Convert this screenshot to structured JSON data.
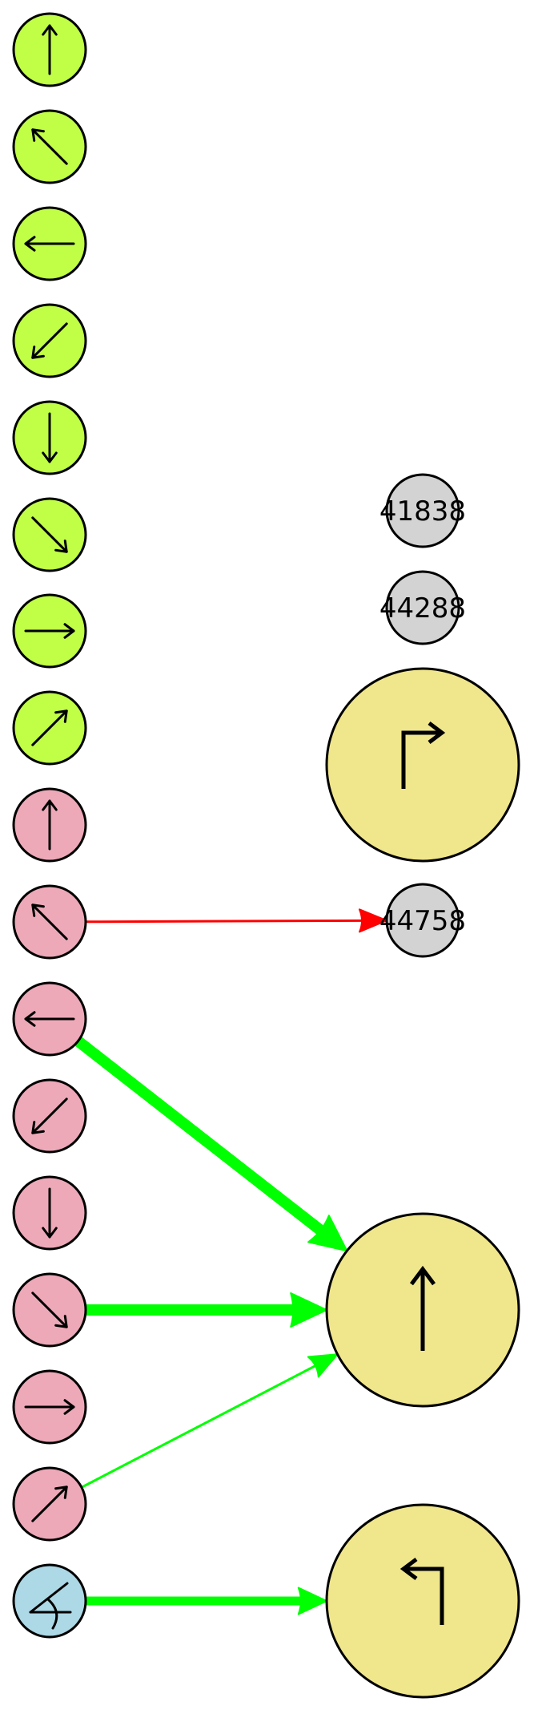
{
  "colors": {
    "green_node": "#c1ff47",
    "pink_node": "#eea9b8",
    "blue_node": "#add8e6",
    "gray_node": "#d3d3d3",
    "yellow_node": "#f0e68c",
    "edge_red": "#ff0000",
    "edge_green": "#00ff00"
  },
  "nodes": [
    {
      "id": "g-up",
      "kind": "green",
      "icon": "arrow-up-icon"
    },
    {
      "id": "g-upleft",
      "kind": "green",
      "icon": "arrow-up-left-icon"
    },
    {
      "id": "g-left",
      "kind": "green",
      "icon": "arrow-left-icon"
    },
    {
      "id": "g-downleft",
      "kind": "green",
      "icon": "arrow-down-left-icon"
    },
    {
      "id": "g-down",
      "kind": "green",
      "icon": "arrow-down-icon"
    },
    {
      "id": "g-downright",
      "kind": "green",
      "icon": "arrow-down-right-icon"
    },
    {
      "id": "g-right",
      "kind": "green",
      "icon": "arrow-right-icon"
    },
    {
      "id": "g-upright",
      "kind": "green",
      "icon": "arrow-up-right-icon"
    },
    {
      "id": "p-up",
      "kind": "pink",
      "icon": "arrow-up-icon"
    },
    {
      "id": "p-upleft",
      "kind": "pink",
      "icon": "arrow-up-left-icon"
    },
    {
      "id": "p-left",
      "kind": "pink",
      "icon": "arrow-left-icon"
    },
    {
      "id": "p-downleft",
      "kind": "pink",
      "icon": "arrow-down-left-icon"
    },
    {
      "id": "p-down",
      "kind": "pink",
      "icon": "arrow-down-icon"
    },
    {
      "id": "p-downright",
      "kind": "pink",
      "icon": "arrow-down-right-icon"
    },
    {
      "id": "p-right",
      "kind": "pink",
      "icon": "arrow-right-icon"
    },
    {
      "id": "p-upright",
      "kind": "pink",
      "icon": "arrow-up-right-icon"
    },
    {
      "id": "b-angle",
      "kind": "blue",
      "icon": "angle-icon"
    },
    {
      "id": "n41838",
      "kind": "gray",
      "label": "41838"
    },
    {
      "id": "n44288",
      "kind": "gray",
      "label": "44288"
    },
    {
      "id": "y-turnright",
      "kind": "yellow",
      "icon": "turn-right-icon"
    },
    {
      "id": "n44758",
      "kind": "gray",
      "label": "44758"
    },
    {
      "id": "y-up",
      "kind": "yellow",
      "icon": "arrow-up-icon"
    },
    {
      "id": "y-turnleft",
      "kind": "yellow",
      "icon": "turn-left-icon"
    }
  ],
  "edges": [
    {
      "from": "p-upleft",
      "to": "n44758",
      "color": "red",
      "weight": 3
    },
    {
      "from": "p-left",
      "to": "y-up",
      "color": "green",
      "weight": 14
    },
    {
      "from": "p-downright",
      "to": "y-up",
      "color": "green",
      "weight": 14
    },
    {
      "from": "p-upright",
      "to": "y-up",
      "color": "green",
      "weight": 3
    },
    {
      "from": "b-angle",
      "to": "y-turnleft",
      "color": "green",
      "weight": 11
    }
  ]
}
